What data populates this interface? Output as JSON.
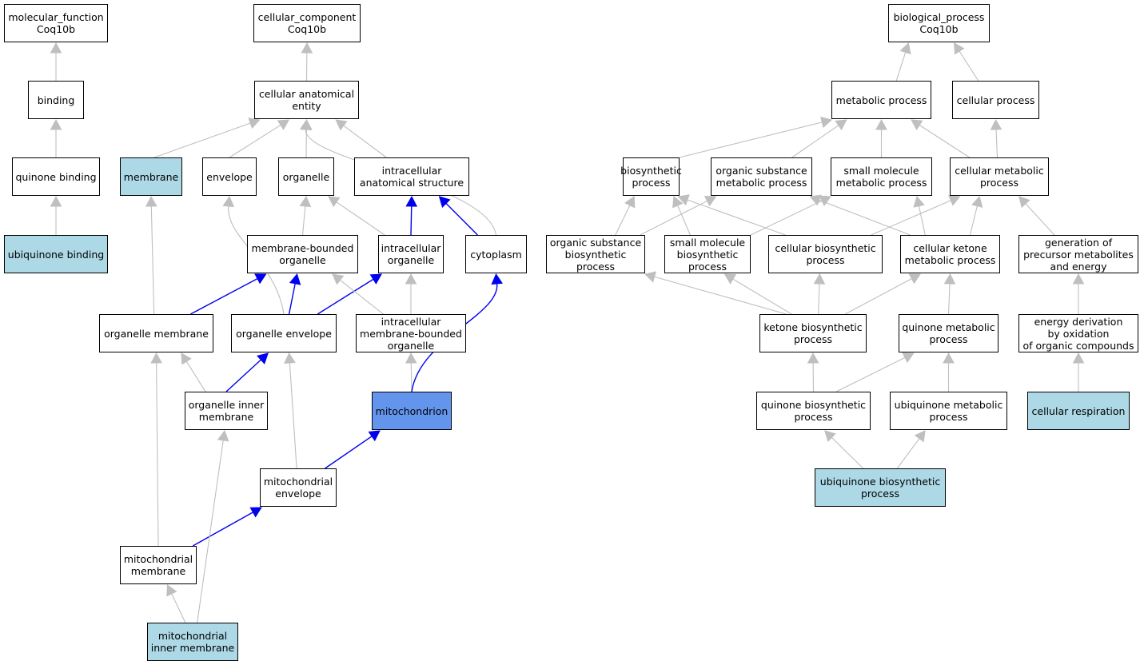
{
  "colors": {
    "default_fill": "#ffffff",
    "annotated_fill": "#add8e6",
    "focus_fill": "#6495ed",
    "gray_edge": "#bfbfbf",
    "blue_edge": "#0000ee",
    "border": "#000000"
  },
  "nodes": [
    {
      "id": "mf_root",
      "label": "molecular_function\nCoq10b",
      "style": "default"
    },
    {
      "id": "binding",
      "label": "binding",
      "style": "default"
    },
    {
      "id": "quinone_binding",
      "label": "quinone binding",
      "style": "default"
    },
    {
      "id": "ubiquinone_binding",
      "label": "ubiquinone binding",
      "style": "annotated"
    },
    {
      "id": "cc_root",
      "label": "cellular_component\nCoq10b",
      "style": "default"
    },
    {
      "id": "cae",
      "label": "cellular anatomical\nentity",
      "style": "default"
    },
    {
      "id": "membrane",
      "label": "membrane",
      "style": "annotated"
    },
    {
      "id": "envelope",
      "label": "envelope",
      "style": "default"
    },
    {
      "id": "organelle",
      "label": "organelle",
      "style": "default"
    },
    {
      "id": "ias",
      "label": "intracellular\nanatomical structure",
      "style": "default"
    },
    {
      "id": "mbo",
      "label": "membrane-bounded\norganelle",
      "style": "default"
    },
    {
      "id": "io",
      "label": "intracellular\norganelle",
      "style": "default"
    },
    {
      "id": "cytoplasm",
      "label": "cytoplasm",
      "style": "default"
    },
    {
      "id": "om",
      "label": "organelle membrane",
      "style": "default"
    },
    {
      "id": "oe",
      "label": "organelle envelope",
      "style": "default"
    },
    {
      "id": "imbo",
      "label": "intracellular\nmembrane-bounded\norganelle",
      "style": "default"
    },
    {
      "id": "oim",
      "label": "organelle inner\nmembrane",
      "style": "default"
    },
    {
      "id": "mito",
      "label": "mitochondrion",
      "style": "focus"
    },
    {
      "id": "me",
      "label": "mitochondrial\nenvelope",
      "style": "default"
    },
    {
      "id": "mm",
      "label": "mitochondrial\nmembrane",
      "style": "default"
    },
    {
      "id": "mim",
      "label": "mitochondrial\ninner membrane",
      "style": "annotated"
    },
    {
      "id": "bp_root",
      "label": "biological_process\nCoq10b",
      "style": "default"
    },
    {
      "id": "metabolic",
      "label": "metabolic process",
      "style": "default"
    },
    {
      "id": "cellular_process",
      "label": "cellular process",
      "style": "default"
    },
    {
      "id": "biosynthetic",
      "label": "biosynthetic\nprocess",
      "style": "default"
    },
    {
      "id": "osmp",
      "label": "organic substance\nmetabolic process",
      "style": "default"
    },
    {
      "id": "smmp",
      "label": "small molecule\nmetabolic process",
      "style": "default"
    },
    {
      "id": "cmp",
      "label": "cellular metabolic\nprocess",
      "style": "default"
    },
    {
      "id": "osbp",
      "label": "organic substance\nbiosynthetic\nprocess",
      "style": "default"
    },
    {
      "id": "smbp",
      "label": "small molecule\nbiosynthetic\nprocess",
      "style": "default"
    },
    {
      "id": "cbp",
      "label": "cellular biosynthetic\nprocess",
      "style": "default"
    },
    {
      "id": "ckmp",
      "label": "cellular ketone\nmetabolic process",
      "style": "default"
    },
    {
      "id": "gpme",
      "label": "generation of\nprecursor metabolites\nand energy",
      "style": "default"
    },
    {
      "id": "kbp",
      "label": "ketone biosynthetic\nprocess",
      "style": "default"
    },
    {
      "id": "qmp",
      "label": "quinone metabolic\nprocess",
      "style": "default"
    },
    {
      "id": "edo",
      "label": "energy derivation\nby oxidation\nof organic compounds",
      "style": "default"
    },
    {
      "id": "qbp",
      "label": "quinone biosynthetic\nprocess",
      "style": "default"
    },
    {
      "id": "ump",
      "label": "ubiquinone metabolic\nprocess",
      "style": "default"
    },
    {
      "id": "cr",
      "label": "cellular respiration",
      "style": "annotated"
    },
    {
      "id": "ubp",
      "label": "ubiquinone biosynthetic\nprocess",
      "style": "annotated"
    }
  ],
  "edges": [
    {
      "from": "binding",
      "to": "mf_root",
      "color": "gray"
    },
    {
      "from": "quinone_binding",
      "to": "binding",
      "color": "gray"
    },
    {
      "from": "ubiquinone_binding",
      "to": "quinone_binding",
      "color": "gray"
    },
    {
      "from": "cae",
      "to": "cc_root",
      "color": "gray"
    },
    {
      "from": "membrane",
      "to": "cae",
      "color": "gray"
    },
    {
      "from": "envelope",
      "to": "cae",
      "color": "gray"
    },
    {
      "from": "organelle",
      "to": "cae",
      "color": "gray"
    },
    {
      "from": "ias",
      "to": "cae",
      "color": "gray"
    },
    {
      "from": "cytoplasm",
      "to": "cae",
      "color": "gray",
      "curve": true
    },
    {
      "from": "mbo",
      "to": "organelle",
      "color": "gray"
    },
    {
      "from": "io",
      "to": "organelle",
      "color": "gray"
    },
    {
      "from": "io",
      "to": "ias",
      "color": "blue"
    },
    {
      "from": "cytoplasm",
      "to": "ias",
      "color": "blue"
    },
    {
      "from": "om",
      "to": "membrane",
      "color": "gray"
    },
    {
      "from": "om",
      "to": "mbo",
      "color": "blue"
    },
    {
      "from": "oe",
      "to": "envelope",
      "color": "gray",
      "curve": true
    },
    {
      "from": "oe",
      "to": "mbo",
      "color": "blue"
    },
    {
      "from": "oe",
      "to": "io",
      "color": "blue"
    },
    {
      "from": "imbo",
      "to": "mbo",
      "color": "gray"
    },
    {
      "from": "imbo",
      "to": "io",
      "color": "gray"
    },
    {
      "from": "oim",
      "to": "om",
      "color": "gray"
    },
    {
      "from": "oim",
      "to": "oe",
      "color": "blue"
    },
    {
      "from": "mito",
      "to": "imbo",
      "color": "gray"
    },
    {
      "from": "mito",
      "to": "cytoplasm",
      "color": "blue",
      "curve": true
    },
    {
      "from": "me",
      "to": "oe",
      "color": "gray"
    },
    {
      "from": "me",
      "to": "mito",
      "color": "blue"
    },
    {
      "from": "mm",
      "to": "om",
      "color": "gray"
    },
    {
      "from": "mm",
      "to": "me",
      "color": "blue"
    },
    {
      "from": "mim",
      "to": "mm",
      "color": "gray"
    },
    {
      "from": "mim",
      "to": "oim",
      "color": "gray"
    },
    {
      "from": "metabolic",
      "to": "bp_root",
      "color": "gray"
    },
    {
      "from": "cellular_process",
      "to": "bp_root",
      "color": "gray"
    },
    {
      "from": "biosynthetic",
      "to": "metabolic",
      "color": "gray"
    },
    {
      "from": "osmp",
      "to": "metabolic",
      "color": "gray"
    },
    {
      "from": "smmp",
      "to": "metabolic",
      "color": "gray"
    },
    {
      "from": "cmp",
      "to": "metabolic",
      "color": "gray"
    },
    {
      "from": "cmp",
      "to": "cellular_process",
      "color": "gray"
    },
    {
      "from": "osbp",
      "to": "biosynthetic",
      "color": "gray"
    },
    {
      "from": "osbp",
      "to": "osmp",
      "color": "gray"
    },
    {
      "from": "smbp",
      "to": "biosynthetic",
      "color": "gray"
    },
    {
      "from": "smbp",
      "to": "smmp",
      "color": "gray"
    },
    {
      "from": "cbp",
      "to": "biosynthetic",
      "color": "gray"
    },
    {
      "from": "cbp",
      "to": "cmp",
      "color": "gray"
    },
    {
      "from": "ckmp",
      "to": "osmp",
      "color": "gray"
    },
    {
      "from": "ckmp",
      "to": "smmp",
      "color": "gray"
    },
    {
      "from": "ckmp",
      "to": "cmp",
      "color": "gray"
    },
    {
      "from": "gpme",
      "to": "cmp",
      "color": "gray"
    },
    {
      "from": "kbp",
      "to": "osbp",
      "color": "gray"
    },
    {
      "from": "kbp",
      "to": "smbp",
      "color": "gray"
    },
    {
      "from": "kbp",
      "to": "cbp",
      "color": "gray"
    },
    {
      "from": "kbp",
      "to": "ckmp",
      "color": "gray"
    },
    {
      "from": "qmp",
      "to": "ckmp",
      "color": "gray"
    },
    {
      "from": "edo",
      "to": "gpme",
      "color": "gray"
    },
    {
      "from": "qbp",
      "to": "kbp",
      "color": "gray"
    },
    {
      "from": "qbp",
      "to": "qmp",
      "color": "gray"
    },
    {
      "from": "ump",
      "to": "qmp",
      "color": "gray"
    },
    {
      "from": "cr",
      "to": "edo",
      "color": "gray"
    },
    {
      "from": "ubp",
      "to": "qbp",
      "color": "gray"
    },
    {
      "from": "ubp",
      "to": "ump",
      "color": "gray"
    }
  ]
}
